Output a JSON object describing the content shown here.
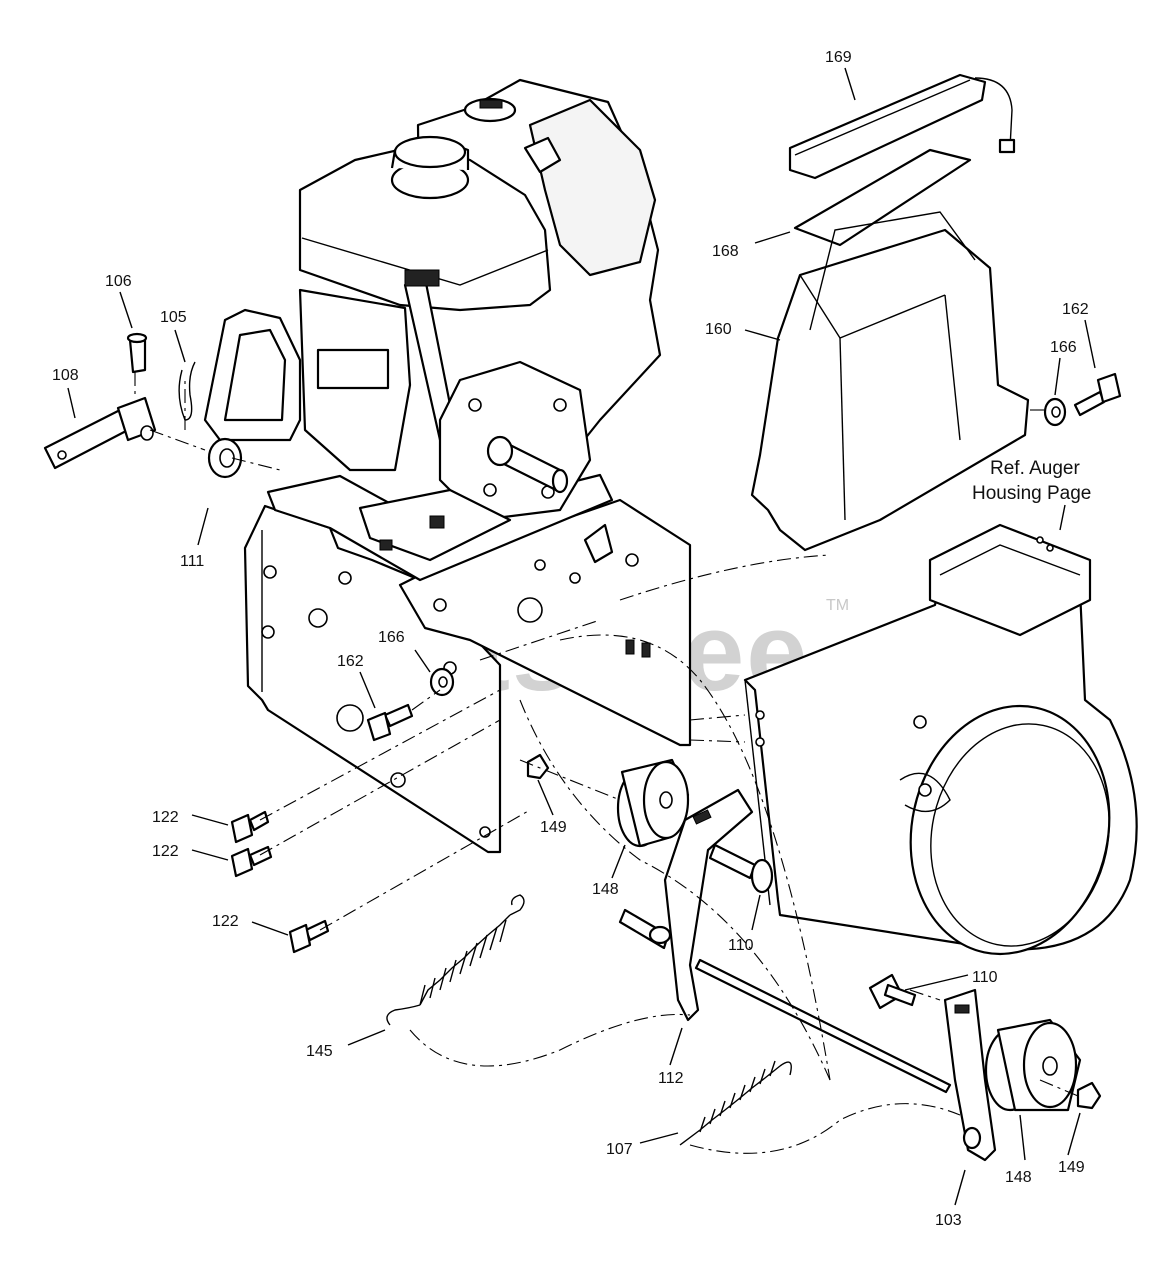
{
  "watermark": {
    "text": "PartsTree",
    "trademark": "TM"
  },
  "reference": {
    "line1": "Ref. Auger",
    "line2": "Housing Page"
  },
  "callouts": {
    "c169": "169",
    "c168": "168",
    "c160": "160",
    "c162a": "162",
    "c166a": "166",
    "c106": "106",
    "c105": "105",
    "c108": "108",
    "c111": "111",
    "c166b": "166",
    "c162b": "162",
    "c122a": "122",
    "c122b": "122",
    "c122c": "122",
    "c149a": "149",
    "c148a": "148",
    "c110a": "110",
    "c110b": "110",
    "c145": "145",
    "c112": "112",
    "c107": "107",
    "c148b": "148",
    "c149b": "149",
    "c103": "103"
  }
}
